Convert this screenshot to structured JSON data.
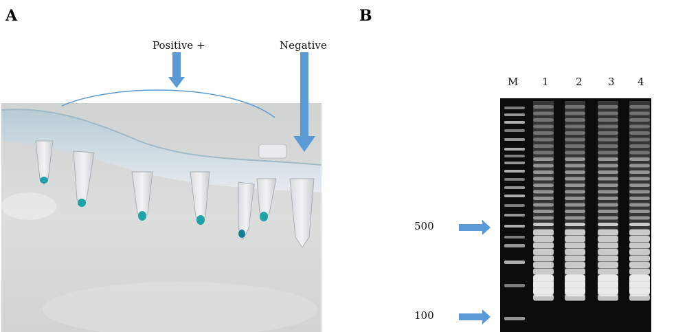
{
  "panels": {
    "a_letter": "A",
    "b_letter": "B"
  },
  "panel_a": {
    "positive_label": "Positive +",
    "negative_label": "Negative"
  },
  "panel_b": {
    "lanes": [
      "M",
      "1",
      "2",
      "3",
      "4"
    ],
    "marker_500": "500",
    "marker_100": "100"
  },
  "colors": {
    "arrow": "#5b9bd5",
    "positive_tube": "#1fa3a8",
    "gel_background": "#0c0c0c"
  }
}
